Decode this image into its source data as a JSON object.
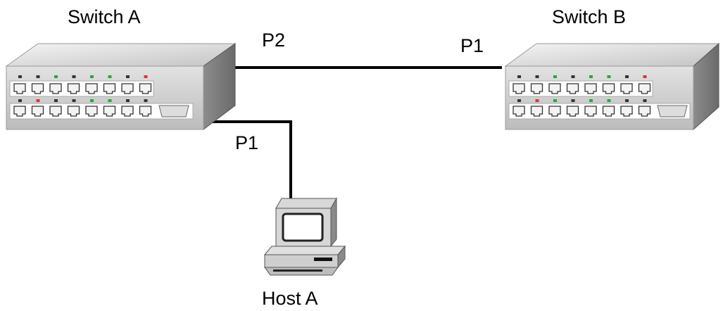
{
  "diagram": {
    "nodes": {
      "switch_a": {
        "label": "Switch A",
        "type": "switch"
      },
      "switch_b": {
        "label": "Switch B",
        "type": "switch"
      },
      "host_a": {
        "label": "Host A",
        "type": "computer"
      }
    },
    "links": [
      {
        "from": "switch_a",
        "to": "switch_b",
        "from_port": "P2",
        "to_port": "P1"
      },
      {
        "from": "switch_a",
        "to": "host_a",
        "from_port": "P1"
      }
    ],
    "switch_leds": {
      "switch_a": {
        "top": [
          "off",
          "off",
          "green",
          "off",
          "green",
          "green",
          "off",
          "red"
        ],
        "bottom": [
          "off",
          "red",
          "off",
          "off",
          "green",
          "green",
          "off",
          "off"
        ]
      },
      "switch_b": {
        "top": [
          "off",
          "off",
          "green",
          "off",
          "green",
          "green",
          "off",
          "red"
        ],
        "bottom": [
          "off",
          "red",
          "green",
          "off",
          "green",
          "green",
          "off",
          "off"
        ]
      }
    },
    "colors": {
      "led_green": "#22aa33",
      "led_red": "#dd3333",
      "led_off": "#333333",
      "line": "#000000"
    }
  }
}
